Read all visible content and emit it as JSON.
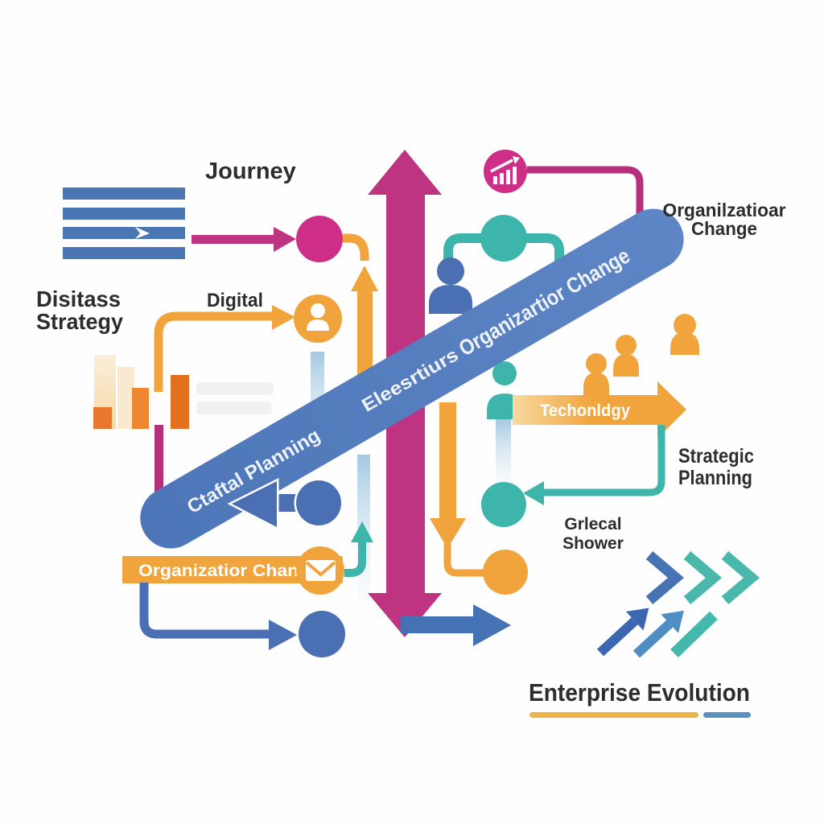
{
  "labels": {
    "journey": "Journey",
    "strategy_line1": "Disitass",
    "strategy_line2": "Strategy",
    "digital": "Digital",
    "org_change_right_line1": "Organilzatioar",
    "org_change_right_line2": "Change",
    "banner_lower": "Ctaftal Planning",
    "banner_middle": "Eleesrtiurs",
    "banner_upper": "Organizartior Change",
    "technology": "Techonldgy",
    "strategic_line1": "Strategic",
    "strategic_line2": "Planning",
    "grlecal_line1": "Grlecal",
    "grlecal_line2": "Shower",
    "org_change_banner": "Organizatior Change",
    "footer_title": "Enterprise Evolution"
  },
  "icons": {
    "flag": "flag-stripes-icon",
    "growth_chart": "bar-chart-trend-icon",
    "person": "person-icon",
    "people_group": "people-group-icon",
    "network": "node-link-icon",
    "envelope": "envelope-icon",
    "chevrons": "chevron-right-icon",
    "trend_arrows": "diagonal-arrow-icon"
  },
  "colors": {
    "background": "#fefefe",
    "text_dark": "#2d2d2d",
    "white": "#ffffff",
    "banner_text": "#eef2f9",
    "magenta": "#bf3480",
    "magenta_line": "#b62f7d",
    "pink_circle": "#ce2e88",
    "blue": "#4a6fb3",
    "flag_blue": "#4a77b4",
    "steel_blue": "#4472b4",
    "banner_blue_1": "#4d76b8",
    "banner_blue_2": "#5e86c6",
    "teal": "#3db5aa",
    "orange": "#f2a43c",
    "orange_mid": "#ef8632",
    "orange_deep": "#e2701f",
    "orange_burnt": "#e8782d",
    "bar_faded": "#f6d9a8",
    "bar_faded2": "#f8e3c6",
    "light_blue": "#9fc6e0",
    "gray_bar": "#f1f1f1",
    "chevron_blue": "#4673b3",
    "chevron_teal": "#49b8ab",
    "arrow_blue_dark": "#3b66b0",
    "arrow_blue_mid": "#4e8ec2",
    "arrow_teal": "#44b8ad",
    "underline_orange": "#edb44a",
    "underline_blue": "#5b8fc0",
    "tech_grad_light": "#f7d9a0"
  }
}
